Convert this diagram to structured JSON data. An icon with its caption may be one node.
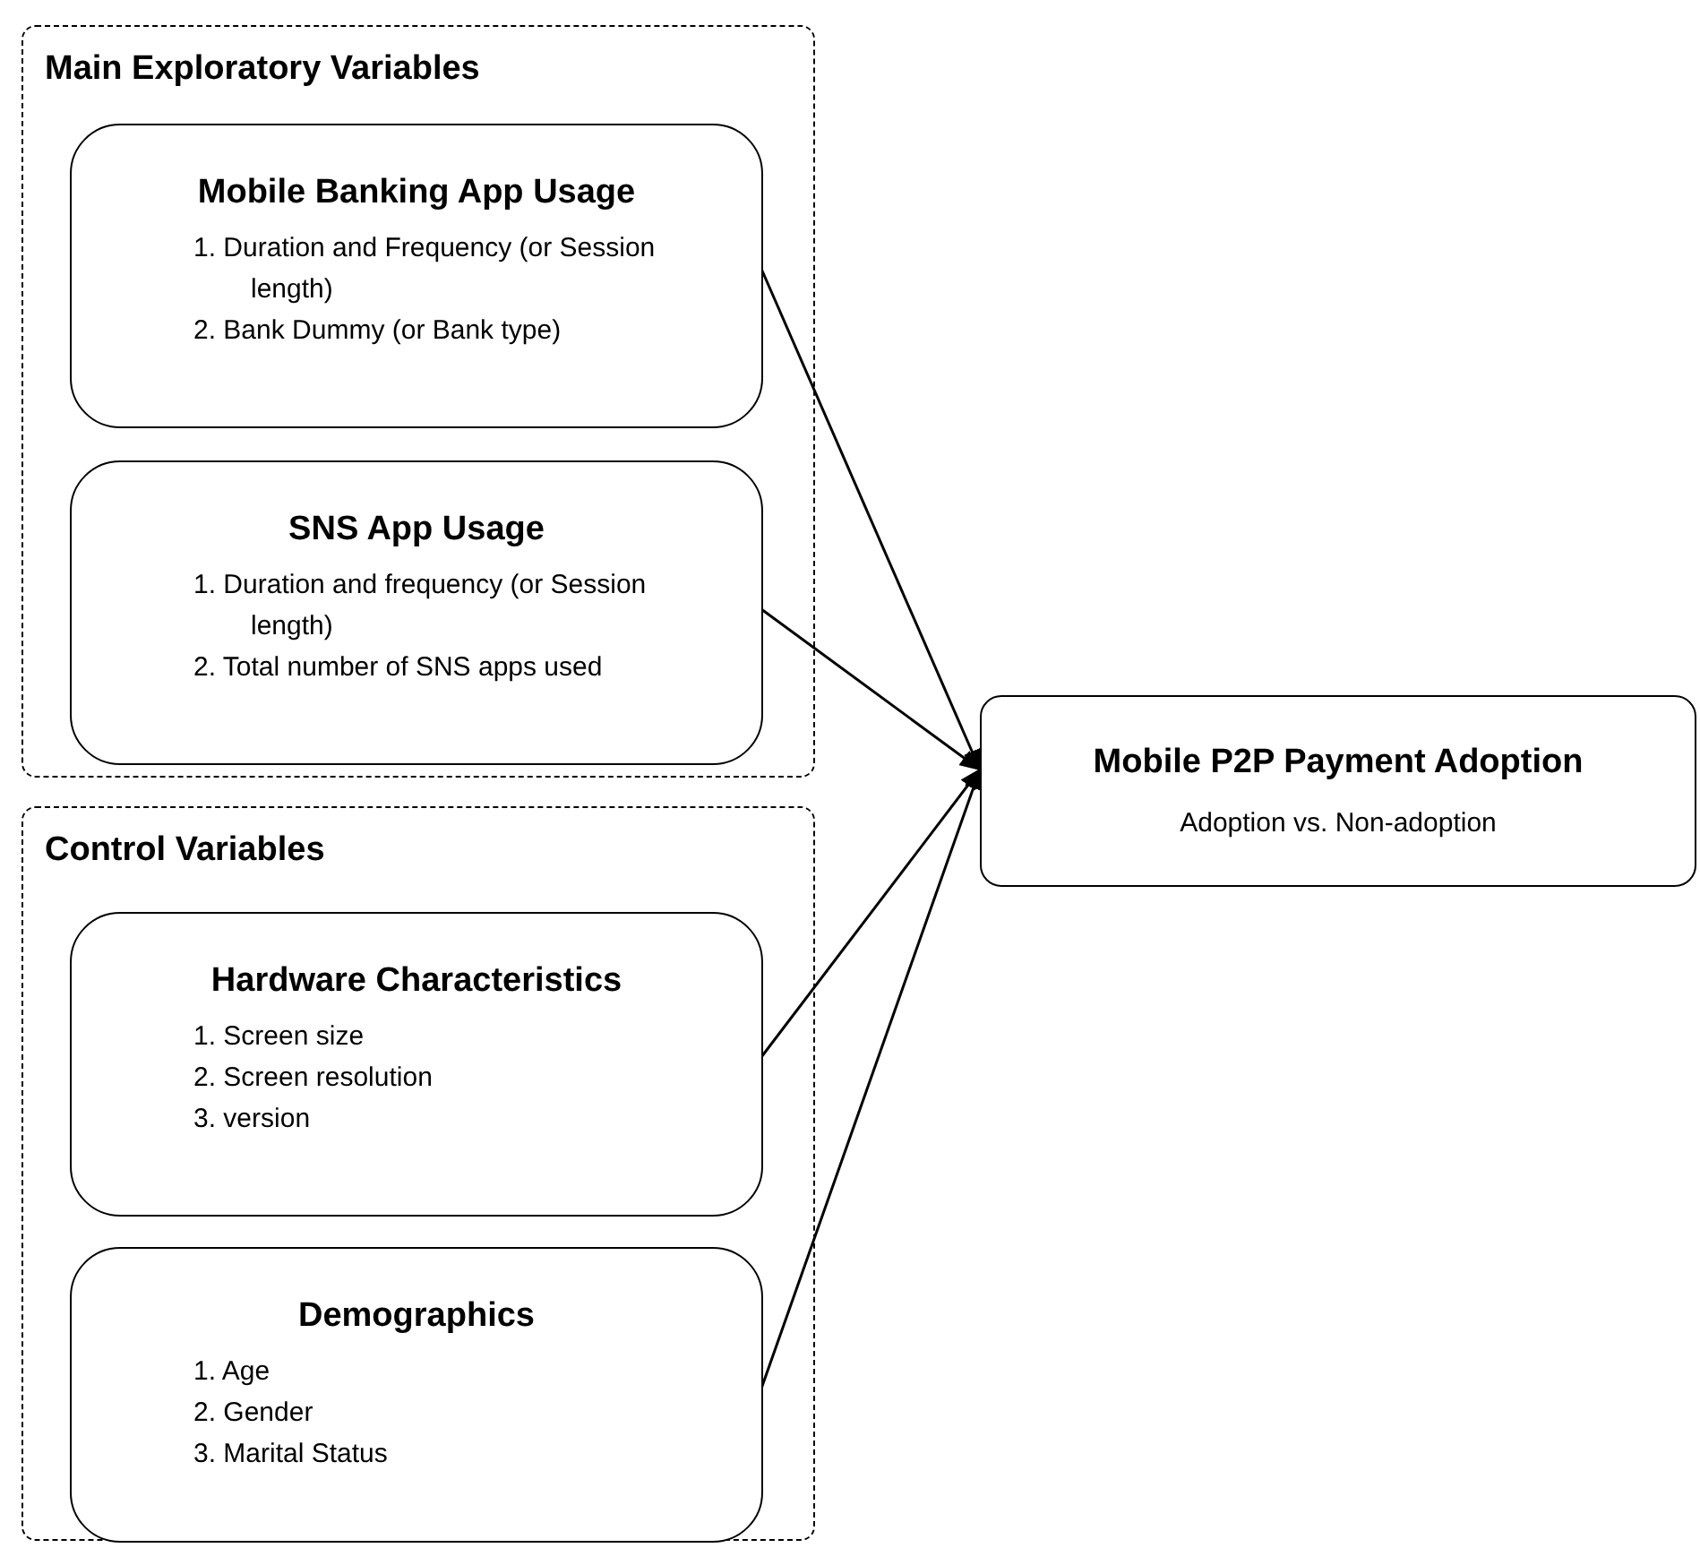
{
  "diagram": {
    "nodes": [
      {
        "text": [
          "Main Exploratory Variables"
        ]
      },
      {
        "text": [
          "Mobile Banking App Usage",
          "1. Duration and Frequency (or Session length)",
          "2. Bank Dummy (or Bank type)"
        ],
        "in": 0
      },
      {
        "text": [
          "SNS App Usage",
          "1. Duration and frequency (or Session length)",
          "2. Total number of SNS apps used"
        ],
        "in": 0
      },
      {
        "text": [
          "Control Variables"
        ]
      },
      {
        "text": [
          "Hardware Characteristics",
          "1. Screen size",
          "2. Screen resolution",
          "3. version"
        ],
        "in": 3
      },
      {
        "text": [
          "Demographics",
          "1. Age",
          "2. Gender",
          "3. Marital Status"
        ],
        "in": 3
      },
      {
        "text": [
          "Mobile P2P Payment Adoption",
          "Adoption vs. Non-adoption"
        ]
      }
    ],
    "edges": [
      {
        "from": 1,
        "to": 6,
        "arrow": "to"
      },
      {
        "from": 2,
        "to": 6,
        "arrow": "to"
      },
      {
        "from": 4,
        "to": 6,
        "arrow": "to"
      },
      {
        "from": 5,
        "to": 6,
        "arrow": "to"
      }
    ]
  }
}
